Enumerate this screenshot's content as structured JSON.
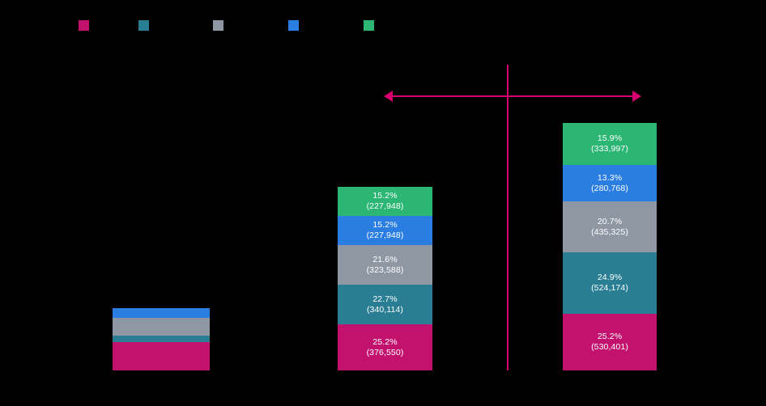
{
  "chart_data": {
    "type": "bar",
    "subtype": "stacked-bar-100pct",
    "title": "",
    "xlabel": "",
    "ylabel": "",
    "background": "#000000",
    "grid": false,
    "legend": {
      "position": "top",
      "entries": [
        {
          "label": "",
          "color": "#c2126e",
          "name": "series-1"
        },
        {
          "label": "",
          "color": "#2a7e93",
          "name": "series-2"
        },
        {
          "label": "",
          "color": "#8f97a3",
          "name": "series-3"
        },
        {
          "label": "",
          "color": "#2a7de1",
          "name": "series-4"
        },
        {
          "label": "",
          "color": "#2bb673",
          "name": "series-5"
        }
      ]
    },
    "categories": [
      "",
      "",
      ""
    ],
    "series": [
      {
        "name": "series-1",
        "color": "#c2126e",
        "values": [
          null,
          25.2,
          25.2
        ],
        "counts": [
          null,
          376550,
          530401
        ]
      },
      {
        "name": "series-2",
        "color": "#2a7e93",
        "values": [
          null,
          22.7,
          24.9
        ],
        "counts": [
          null,
          340114,
          524174
        ]
      },
      {
        "name": "series-3",
        "color": "#8f97a3",
        "values": [
          null,
          21.6,
          20.7
        ],
        "counts": [
          null,
          323588,
          435325
        ]
      },
      {
        "name": "series-4",
        "color": "#2a7de1",
        "values": [
          null,
          15.2,
          13.3
        ],
        "counts": [
          null,
          227948,
          280768
        ]
      },
      {
        "name": "series-5",
        "color": "#2bb673",
        "values": [
          null,
          15.2,
          15.9
        ],
        "counts": [
          null,
          227948,
          333997
        ]
      }
    ],
    "annotations": [
      {
        "type": "double-arrow",
        "orientation": "horizontal",
        "color": "#d6006e",
        "label": ""
      },
      {
        "type": "line",
        "orientation": "vertical",
        "color": "#d6006e",
        "label": ""
      }
    ]
  },
  "legend": {
    "items": [
      {
        "label": "",
        "color": "#c2126e"
      },
      {
        "label": "",
        "color": "#2a7e93"
      },
      {
        "label": "",
        "color": "#8f97a3"
      },
      {
        "label": "",
        "color": "#2a7de1"
      },
      {
        "label": "",
        "color": "#2bb673"
      }
    ]
  },
  "bars": [
    {
      "name": "bar-left",
      "segments": [
        {
          "color": "#2a7de1",
          "pct": "",
          "count": "",
          "labeled": false
        },
        {
          "color": "#8f97a3",
          "pct": "",
          "count": "",
          "labeled": false
        },
        {
          "color": "#2a7e93",
          "pct": "",
          "count": "",
          "labeled": false
        },
        {
          "color": "#c2126e",
          "pct": "",
          "count": "",
          "labeled": false
        }
      ]
    },
    {
      "name": "bar-middle",
      "segments": [
        {
          "color": "#2bb673",
          "pct": "15.2%",
          "count": "(227,948)",
          "labeled": true
        },
        {
          "color": "#2a7de1",
          "pct": "15.2%",
          "count": "(227,948)",
          "labeled": true
        },
        {
          "color": "#8f97a3",
          "pct": "21.6%",
          "count": "(323,588)",
          "labeled": true
        },
        {
          "color": "#2a7e93",
          "pct": "22.7%",
          "count": "(340,114)",
          "labeled": true
        },
        {
          "color": "#c2126e",
          "pct": "25.2%",
          "count": "(376,550)",
          "labeled": true
        }
      ]
    },
    {
      "name": "bar-right",
      "segments": [
        {
          "color": "#2bb673",
          "pct": "15.9%",
          "count": "(333,997)",
          "labeled": true
        },
        {
          "color": "#2a7de1",
          "pct": "13.3%",
          "count": "(280,768)",
          "labeled": true
        },
        {
          "color": "#8f97a3",
          "pct": "20.7%",
          "count": "(435,325)",
          "labeled": true
        },
        {
          "color": "#2a7e93",
          "pct": "24.9%",
          "count": "(524,174)",
          "labeled": true
        },
        {
          "color": "#c2126e",
          "pct": "25.2%",
          "count": "(530,401)",
          "labeled": true
        }
      ]
    }
  ],
  "annotation": {
    "arrow_color": "#d6006e",
    "line_color": "#d6006e",
    "arrow_label": "",
    "line_label": ""
  }
}
